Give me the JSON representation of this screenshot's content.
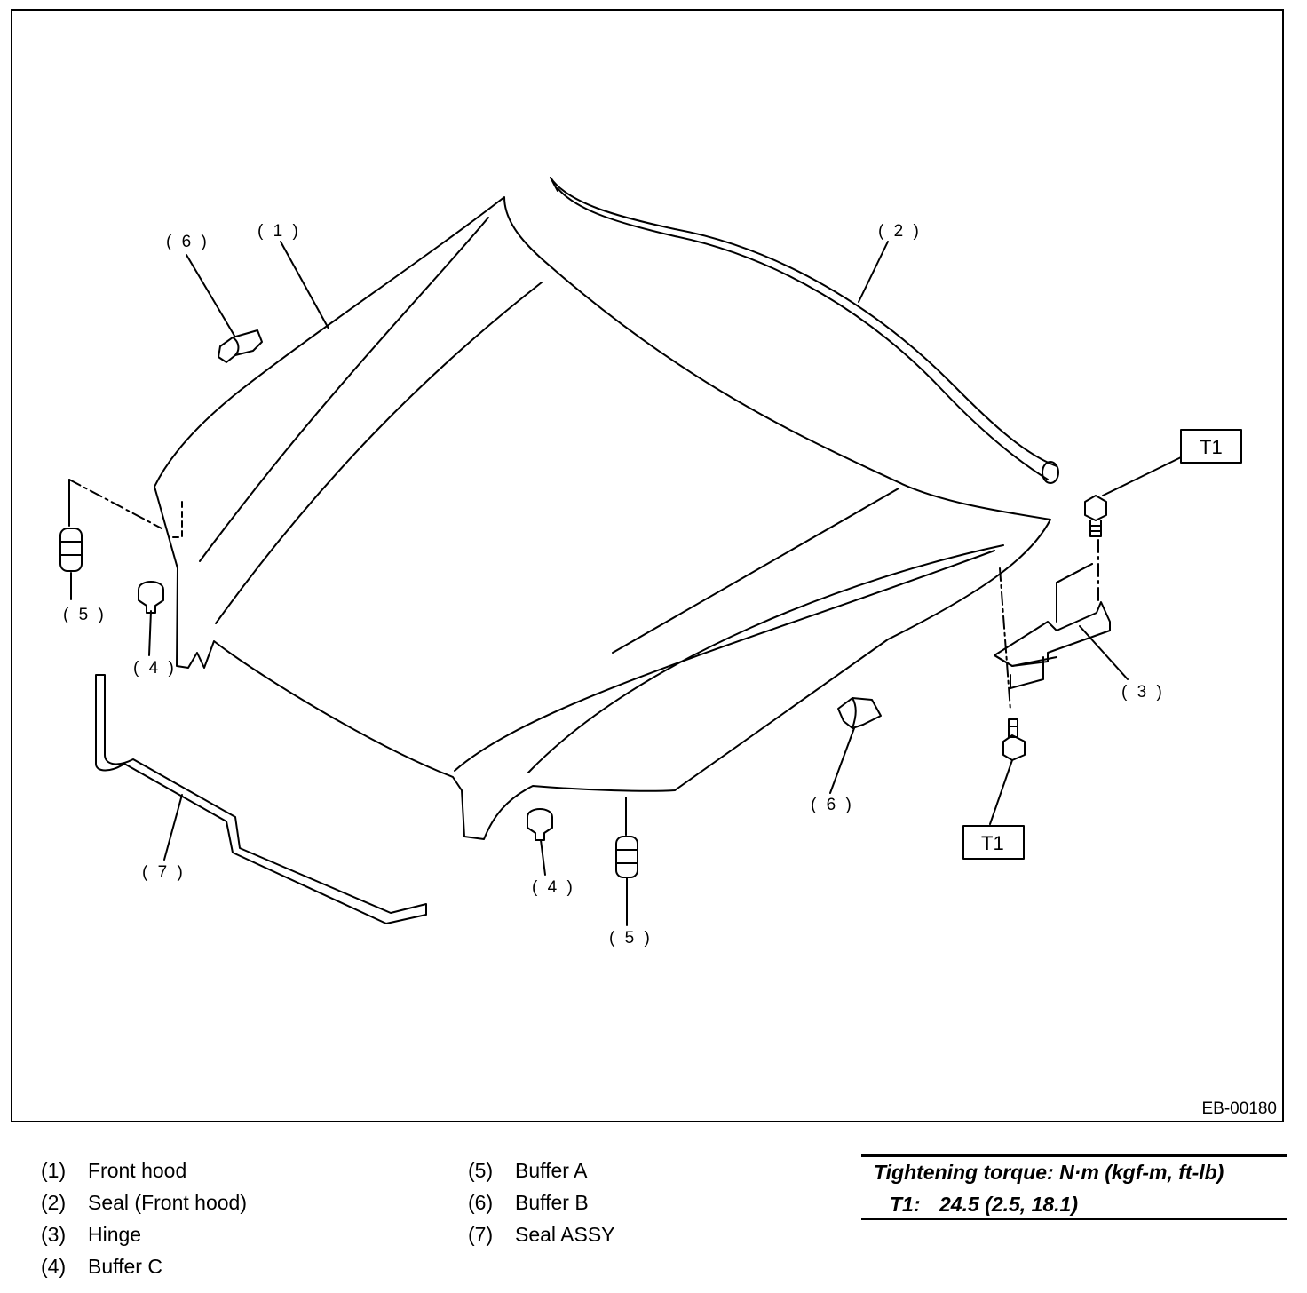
{
  "diagram": {
    "callouts": {
      "c1": "( 1 )",
      "c2": "( 2 )",
      "c3": "( 3 )",
      "c4a": "( 4 )",
      "c4b": "( 4 )",
      "c5a": "( 5 )",
      "c5b": "( 5 )",
      "c6a": "( 6 )",
      "c6b": "( 6 )",
      "c7": "( 7 )"
    },
    "torque_tags": {
      "t1_top": "T1",
      "t1_bottom": "T1"
    },
    "doc_id": "EB-00180"
  },
  "legend": {
    "left": [
      {
        "num": "(1)",
        "label": "Front hood"
      },
      {
        "num": "(2)",
        "label": "Seal (Front hood)"
      },
      {
        "num": "(3)",
        "label": "Hinge"
      },
      {
        "num": "(4)",
        "label": "Buffer C"
      }
    ],
    "right": [
      {
        "num": "(5)",
        "label": "Buffer A"
      },
      {
        "num": "(6)",
        "label": "Buffer B"
      },
      {
        "num": "(7)",
        "label": "Seal ASSY"
      }
    ]
  },
  "torque": {
    "heading": "Tightening torque: N·m (kgf-m, ft-lb)",
    "rows": [
      {
        "key": "T1:",
        "value": "24.5 (2.5, 18.1)"
      }
    ]
  }
}
